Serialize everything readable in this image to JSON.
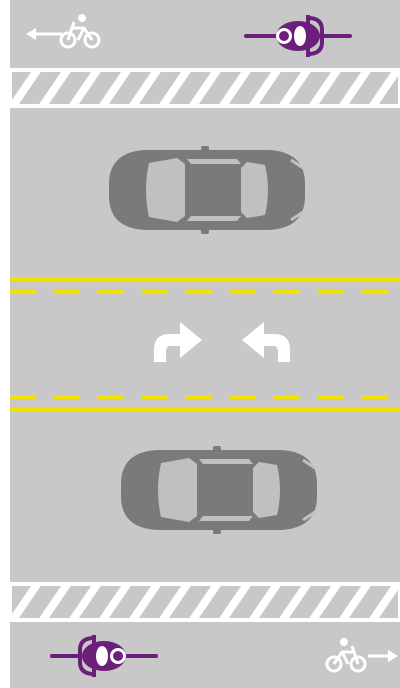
{
  "colors": {
    "pavement": "#c8c8c8",
    "marking": "#ffffff",
    "center_line": "#f2e200",
    "car": "#7a7a7a",
    "car_glass": "#c0c0c0",
    "rider": "#6b1f7a"
  },
  "lanes": [
    {
      "name": "bike-lane-top",
      "direction": "westbound"
    },
    {
      "name": "buffer-top"
    },
    {
      "name": "travel-lane-top",
      "direction": "eastbound"
    },
    {
      "name": "two-way-left-turn-lane"
    },
    {
      "name": "travel-lane-bottom",
      "direction": "eastbound"
    },
    {
      "name": "buffer-bottom"
    },
    {
      "name": "bike-lane-bottom",
      "direction": "eastbound"
    }
  ],
  "icons": {
    "bike_symbol_top": "bicycle-lane-icon",
    "arrow_top": "arrow-left-icon",
    "rider_top": "cyclist-rider-icon",
    "rider_bottom": "cyclist-rider-icon",
    "bike_symbol_bottom": "bicycle-lane-icon",
    "arrow_bottom": "arrow-right-icon",
    "turn_arrow_left": "turn-arrow-icon",
    "turn_arrow_right": "turn-arrow-icon",
    "car_top": "car-icon",
    "car_bottom": "car-icon"
  }
}
